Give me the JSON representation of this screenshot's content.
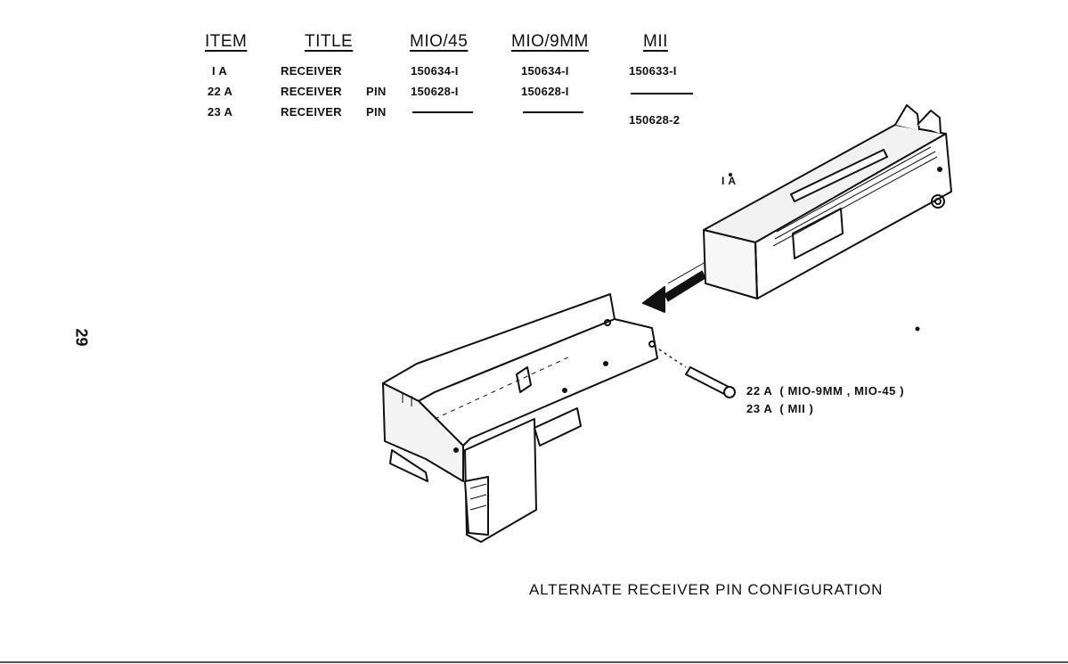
{
  "table": {
    "headers": [
      "ITEM",
      "TITLE",
      "MIO/45",
      "MIO/9MM",
      "MII"
    ],
    "rows": [
      {
        "item": "I A",
        "title": "RECEIVER",
        "pin": "",
        "m10_45": "150634-I",
        "m10_9mm": "150634-I",
        "m11": "150633-I"
      },
      {
        "item": "22 A",
        "title": "RECEIVER",
        "pin": "PIN",
        "m10_45": "150628-I",
        "m10_9mm": "150628-I",
        "m11": ""
      },
      {
        "item": "23 A",
        "title": "RECEIVER",
        "pin": "PIN",
        "m10_45": "",
        "m10_9mm": "",
        "m11": "150628-2"
      }
    ]
  },
  "page_number": "29",
  "callouts": {
    "receiver": "I A",
    "pin_line1": "22 A  ( MIO-9MM , MIO-45 )",
    "pin_line2": "23 A  ( MII )"
  },
  "caption": "ALTERNATE RECEIVER PIN CONFIGURATION"
}
